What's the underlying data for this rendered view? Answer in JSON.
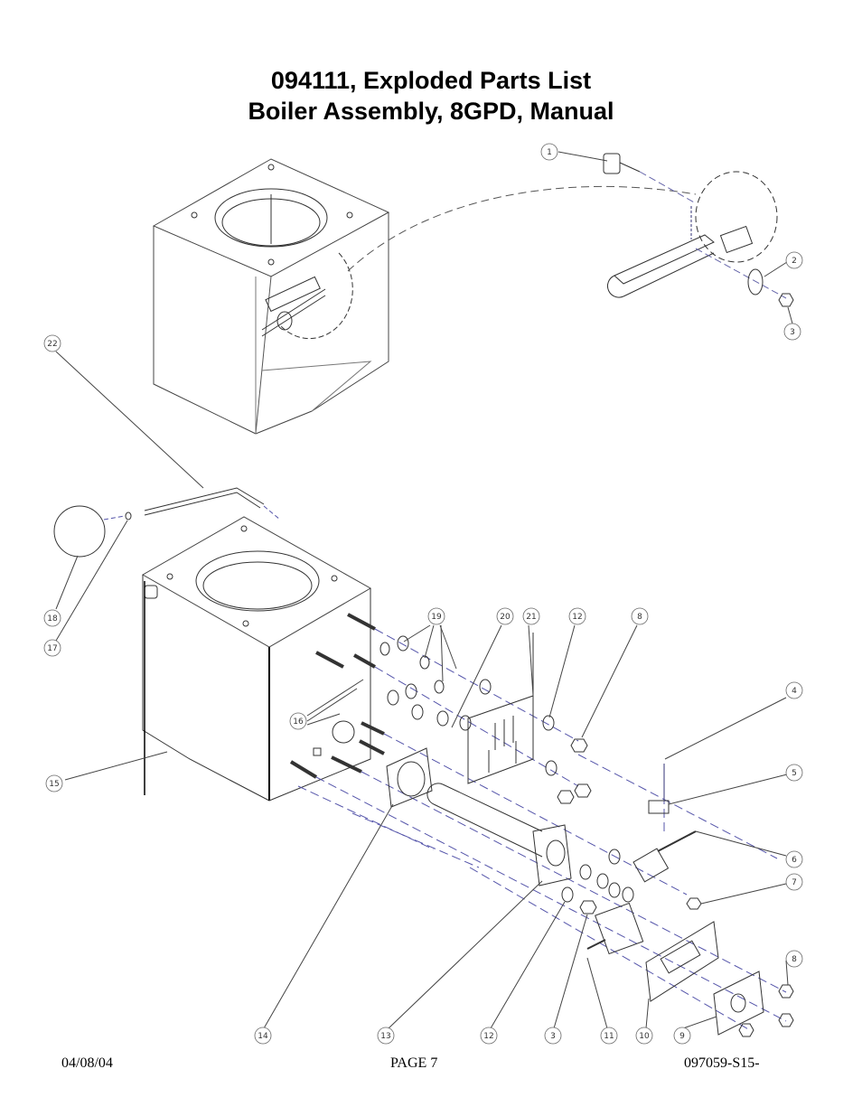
{
  "document": {
    "title_line1": "094111, Exploded Parts List",
    "title_line2": "Boiler Assembly, 8GPD, Manual"
  },
  "footer": {
    "date": "04/08/04",
    "page": "PAGE 7",
    "doc_number": "097059-S15-"
  },
  "callouts": {
    "c1": "1",
    "c2": "2",
    "c3a": "3",
    "c22": "22",
    "c18": "18",
    "c17": "17",
    "c19": "19",
    "c20": "20",
    "c21": "21",
    "c12a": "12",
    "c8a": "8",
    "c4": "4",
    "c5": "5",
    "c16": "16",
    "c15": "15",
    "c6": "6",
    "c7": "7",
    "c8b": "8",
    "c14": "14",
    "c13": "13",
    "c12b": "12",
    "c3b": "3",
    "c11": "11",
    "c10": "10",
    "c9": "9"
  }
}
